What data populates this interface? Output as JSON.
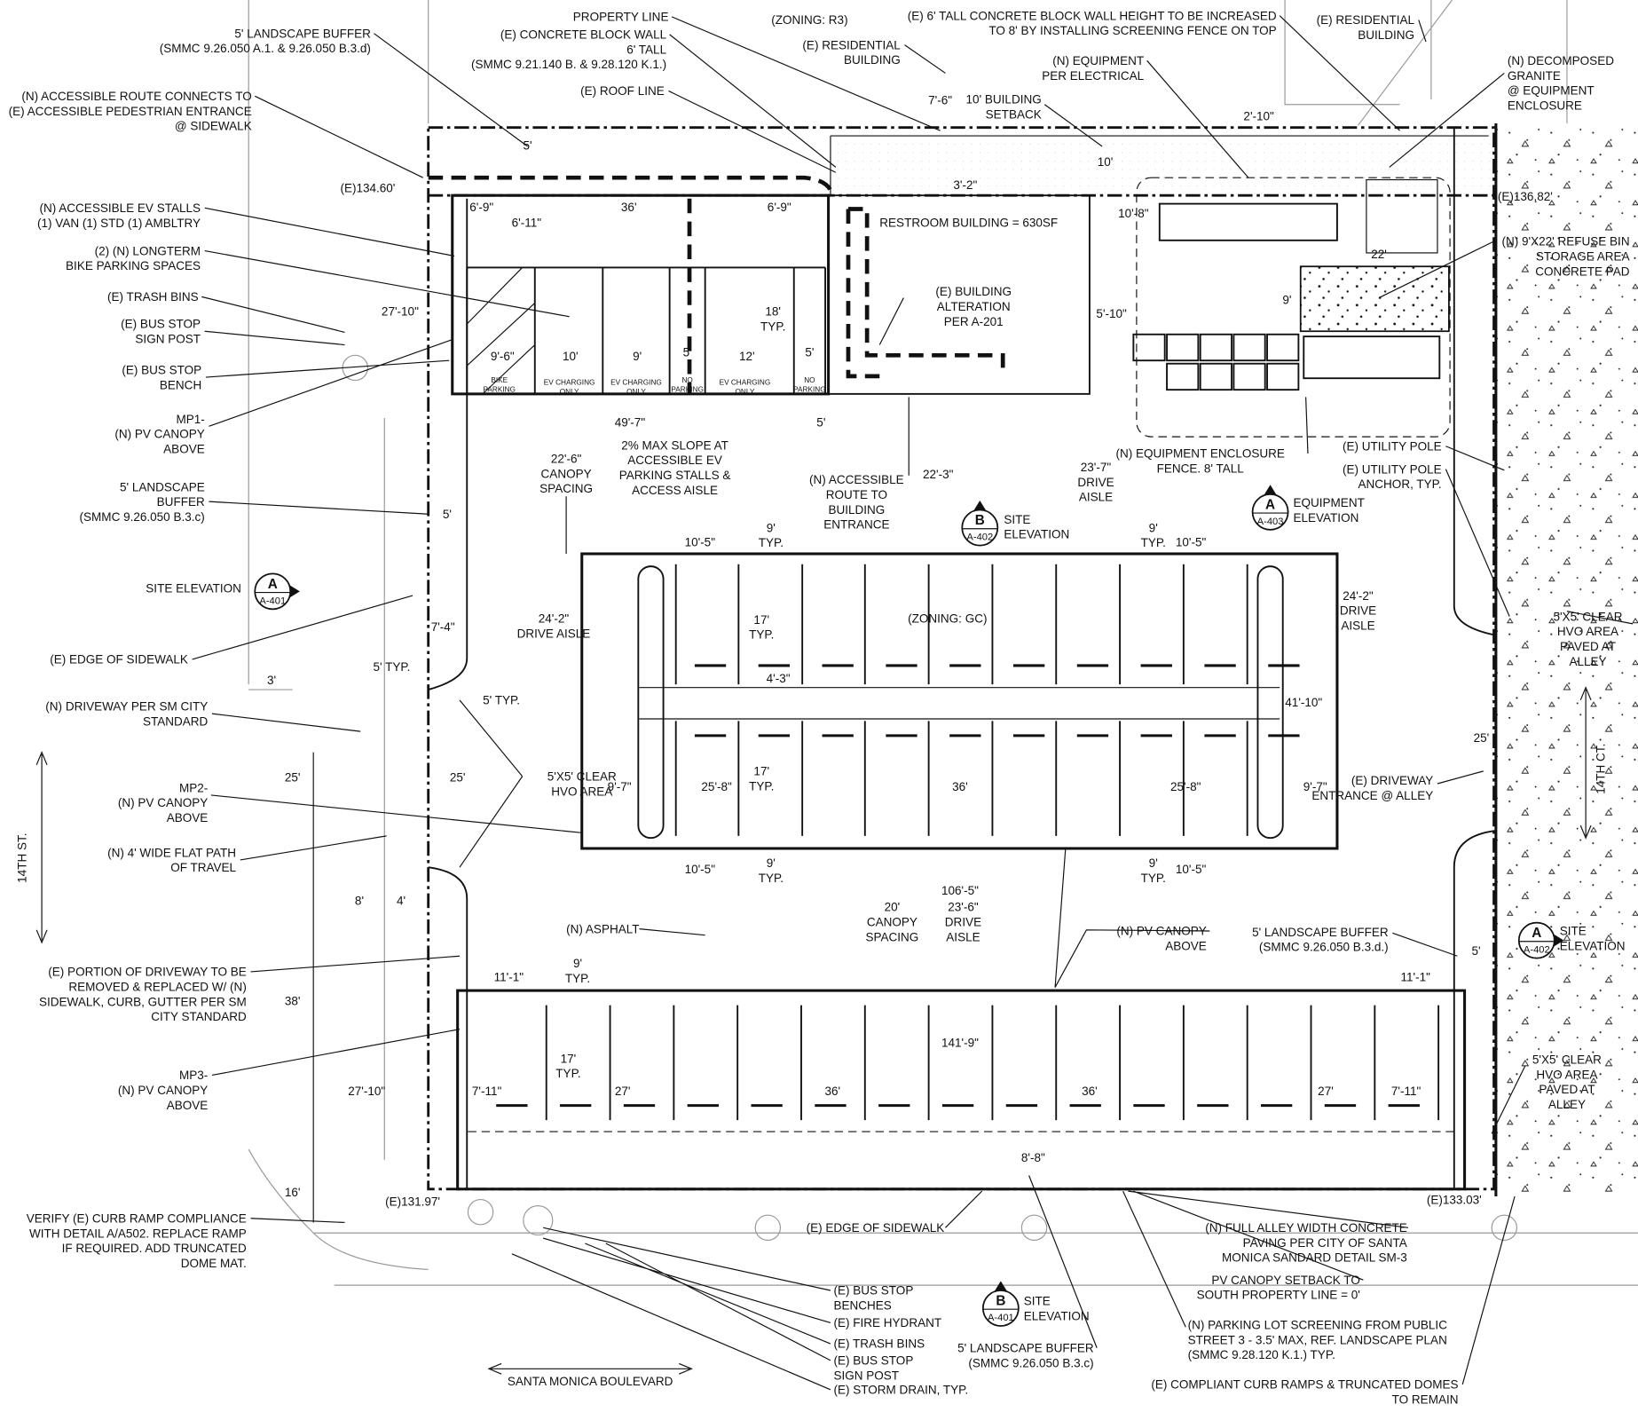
{
  "sheet": {
    "title": "Site Plan"
  },
  "streets": {
    "west": "14TH ST.",
    "east": "14TH CT.",
    "south": "SANTA MONICA BOULEVARD"
  },
  "notes": [
    {
      "lines": [
        "5' LANDSCAPE BUFFER",
        "(SMMC 9.26.050 A.1. & 9.26.050 B.3.d)"
      ]
    },
    {
      "lines": [
        "(N) ACCESSIBLE ROUTE CONNECTS TO",
        "(E) ACCESSIBLE PEDESTRIAN ENTRANCE",
        "@ SIDEWALK"
      ]
    },
    {
      "lines": [
        "(N) ACCESSIBLE EV STALLS",
        "(1) VAN (1) STD (1) AMBLTRY"
      ]
    },
    {
      "lines": [
        "(2) (N) LONGTERM",
        "BIKE PARKING SPACES"
      ]
    },
    {
      "lines": [
        "(E) TRASH BINS"
      ]
    },
    {
      "lines": [
        "(E) BUS STOP",
        "SIGN POST"
      ]
    },
    {
      "lines": [
        "(E) BUS STOP",
        "BENCH"
      ]
    },
    {
      "lines": [
        "MP1-",
        "(N) PV CANOPY",
        "ABOVE"
      ]
    },
    {
      "lines": [
        "5' LANDSCAPE",
        "BUFFER",
        "(SMMC 9.26.050 B.3.c)"
      ]
    },
    {
      "lines": [
        "SITE ELEVATION"
      ]
    },
    {
      "lines": [
        "(E) EDGE OF SIDEWALK"
      ]
    },
    {
      "lines": [
        "(N) DRIVEWAY PER SM CITY",
        "STANDARD"
      ]
    },
    {
      "lines": [
        "MP2-",
        "(N) PV CANOPY",
        "ABOVE"
      ]
    },
    {
      "lines": [
        "(N) 4' WIDE FLAT PATH",
        "OF TRAVEL"
      ]
    },
    {
      "lines": [
        "(E) PORTION OF DRIVEWAY TO BE",
        "REMOVED & REPLACED W/ (N)",
        "SIDEWALK, CURB, GUTTER PER SM",
        "CITY STANDARD"
      ]
    },
    {
      "lines": [
        "MP3-",
        "(N) PV CANOPY",
        "ABOVE"
      ]
    },
    {
      "lines": [
        "VERIFY (E) CURB RAMP COMPLIANCE",
        "WITH DETAIL A/A502. REPLACE RAMP",
        "IF REQUIRED. ADD TRUNCATED",
        "DOME MAT."
      ]
    },
    {
      "lines": [
        "PROPERTY LINE"
      ]
    },
    {
      "lines": [
        "(E) CONCRETE BLOCK WALL",
        "6' TALL",
        "(SMMC 9.21.140 B. & 9.28.120 K.1.)"
      ]
    },
    {
      "lines": [
        "(ZONING: R3)"
      ]
    },
    {
      "lines": [
        "(E) 6' TALL CONCRETE BLOCK WALL HEIGHT TO BE INCREASED",
        "TO 8' BY INSTALLING SCREENING FENCE ON TOP"
      ]
    },
    {
      "lines": [
        "(E) RESIDENTIAL",
        "BUILDING"
      ]
    },
    {
      "lines": [
        "(E) ROOF LINE"
      ]
    },
    {
      "lines": [
        "(E) RESIDENTIAL",
        "BUILDING"
      ]
    },
    {
      "lines": [
        "(N) EQUIPMENT",
        "PER ELECTRICAL"
      ]
    },
    {
      "lines": [
        "(N) DECOMPOSED",
        "GRANITE",
        "@ EQUIPMENT",
        "ENCLOSURE"
      ]
    },
    {
      "lines": [
        "10' BUILDING",
        "SETBACK"
      ]
    },
    {
      "lines": [
        "(N) 9'X22' REFUSE BIN",
        "STORAGE AREA",
        "CONCRETE PAD"
      ]
    },
    {
      "lines": [
        "RESTROOM BUILDING = 630SF"
      ]
    },
    {
      "lines": [
        "(E) BUILDING",
        "ALTERATION",
        "PER A-201"
      ]
    },
    {
      "lines": [
        "2% MAX SLOPE AT",
        "ACCESSIBLE EV",
        "PARKING STALLS &",
        "ACCESS AISLE"
      ]
    },
    {
      "lines": [
        "22'-6\"",
        "CANOPY",
        "SPACING"
      ]
    },
    {
      "lines": [
        "(N) ACCESSIBLE",
        "ROUTE TO",
        "BUILDING",
        "ENTRANCE"
      ]
    },
    {
      "lines": [
        "(N) EQUIPMENT ENCLOSURE",
        "FENCE. 8' TALL"
      ]
    },
    {
      "lines": [
        "23'-7\"",
        "DRIVE",
        "AISLE"
      ]
    },
    {
      "lines": [
        "(E) UTILITY POLE"
      ]
    },
    {
      "lines": [
        "(E) UTILITY POLE",
        "ANCHOR, TYP."
      ]
    },
    {
      "lines": [
        "SITE",
        "ELEVATION"
      ]
    },
    {
      "lines": [
        "EQUIPMENT",
        "ELEVATION"
      ]
    },
    {
      "lines": [
        "(ZONING: GC)"
      ]
    },
    {
      "lines": [
        "24'-2\"",
        "DRIVE AISLE"
      ]
    },
    {
      "lines": [
        "24'-2\"",
        "DRIVE",
        "AISLE"
      ]
    },
    {
      "lines": [
        "5'X5' CLEAR",
        "HVO AREA",
        "PAVED AT",
        "ALLEY"
      ]
    },
    {
      "lines": [
        "(E) DRIVEWAY",
        "ENTRANCE @ ALLEY"
      ]
    },
    {
      "lines": [
        "5'X5' CLEAR",
        "HVO AREA"
      ]
    },
    {
      "lines": [
        "(N) ASPHALT"
      ]
    },
    {
      "lines": [
        "20'",
        "CANOPY",
        "SPACING"
      ]
    },
    {
      "lines": [
        "23'-6\"",
        "DRIVE",
        "AISLE"
      ]
    },
    {
      "lines": [
        "(N) PV CANOPY",
        "ABOVE"
      ]
    },
    {
      "lines": [
        "5' LANDSCAPE BUFFER",
        "(SMMC 9.26.050 B.3.d.)"
      ]
    },
    {
      "lines": [
        "SITE",
        "ELEVATION"
      ]
    },
    {
      "lines": [
        "5'X5' CLEAR",
        "HVO AREA",
        "PAVED AT",
        "ALLEY"
      ]
    },
    {
      "lines": [
        "(E) EDGE OF SIDEWALK"
      ]
    },
    {
      "lines": [
        "(N) FULL ALLEY WIDTH CONCRETE",
        "PAVING PER CITY OF SANTA",
        "MONICA SANDARD DETAIL SM-3"
      ]
    },
    {
      "lines": [
        "PV CANOPY SETBACK TO",
        "SOUTH PROPERTY LINE = 0'"
      ]
    },
    {
      "lines": [
        "(N) PARKING LOT SCREENING FROM PUBLIC",
        "STREET 3 - 3.5' MAX, REF. LANDSCAPE PLAN",
        "(SMMC 9.28.120 K.1.) TYP."
      ]
    },
    {
      "lines": [
        "(E) COMPLIANT CURB RAMPS & TRUNCATED DOMES",
        "TO REMAIN"
      ]
    },
    {
      "lines": [
        "(E) BUS STOP",
        "BENCHES"
      ]
    },
    {
      "lines": [
        "(E) FIRE HYDRANT"
      ]
    },
    {
      "lines": [
        "(E) TRASH BINS"
      ]
    },
    {
      "lines": [
        "(E) BUS STOP",
        "SIGN POST"
      ]
    },
    {
      "lines": [
        "(E) STORM DRAIN, TYP."
      ]
    },
    {
      "lines": [
        "SITE",
        "ELEVATION"
      ]
    },
    {
      "lines": [
        "5' LANDSCAPE BUFFER",
        "(SMMC 9.26.050 B.3.c)"
      ]
    }
  ],
  "spot_elevations": [
    "(E)134.60'",
    "(E)136.82'",
    "(E)131.97'",
    "(E)133.03'"
  ],
  "parking_labels": [
    {
      "lines": [
        "BIKE",
        "PARKING"
      ]
    },
    {
      "lines": [
        "EV CHARGING",
        "ONLY"
      ]
    },
    {
      "lines": [
        "EV CHARGING",
        "ONLY"
      ]
    },
    {
      "lines": [
        "NO",
        "PARKING"
      ]
    },
    {
      "lines": [
        "EV CHARGING",
        "ONLY"
      ]
    },
    {
      "lines": [
        "NO",
        "PARKING"
      ]
    }
  ],
  "dimensions": [
    {
      "lines": [
        "5'"
      ]
    },
    {
      "lines": [
        "10'"
      ]
    },
    {
      "lines": [
        "7'-6\""
      ]
    },
    {
      "lines": [
        "2'-10\""
      ]
    },
    {
      "lines": [
        "3'-2\""
      ]
    },
    {
      "lines": [
        "10'-8\""
      ]
    },
    {
      "lines": [
        "22'"
      ]
    },
    {
      "lines": [
        "9'"
      ]
    },
    {
      "lines": [
        "5'-10\""
      ]
    },
    {
      "lines": [
        "6'-9\""
      ]
    },
    {
      "lines": [
        "36'"
      ]
    },
    {
      "lines": [
        "6'-9\""
      ]
    },
    {
      "lines": [
        "6'-11\""
      ]
    },
    {
      "lines": [
        "27'-10\""
      ]
    },
    {
      "lines": [
        "18'",
        "TYP."
      ]
    },
    {
      "lines": [
        "9'-6\""
      ]
    },
    {
      "lines": [
        "10'"
      ]
    },
    {
      "lines": [
        "9'"
      ]
    },
    {
      "lines": [
        "5'"
      ]
    },
    {
      "lines": [
        "12'"
      ]
    },
    {
      "lines": [
        "5'"
      ]
    },
    {
      "lines": [
        "49'-7\""
      ]
    },
    {
      "lines": [
        "5'"
      ]
    },
    {
      "lines": [
        "22'-3\""
      ]
    },
    {
      "lines": [
        "5'"
      ]
    },
    {
      "lines": [
        "9'",
        "TYP."
      ]
    },
    {
      "lines": [
        "10'-5\""
      ]
    },
    {
      "lines": [
        "9'",
        "TYP."
      ]
    },
    {
      "lines": [
        "10'-5\""
      ]
    },
    {
      "lines": [
        "17'",
        "TYP."
      ]
    },
    {
      "lines": [
        "4'-3\""
      ]
    },
    {
      "lines": [
        "41'-10\""
      ]
    },
    {
      "lines": [
        "9'-7\""
      ]
    },
    {
      "lines": [
        "25'-8\""
      ]
    },
    {
      "lines": [
        "36'"
      ]
    },
    {
      "lines": [
        "25'-8\""
      ]
    },
    {
      "lines": [
        "9'-7\""
      ]
    },
    {
      "lines": [
        "17'",
        "TYP."
      ]
    },
    {
      "lines": [
        "10'-5\""
      ]
    },
    {
      "lines": [
        "9'",
        "TYP."
      ]
    },
    {
      "lines": [
        "9'",
        "TYP."
      ]
    },
    {
      "lines": [
        "10'-5\""
      ]
    },
    {
      "lines": [
        "106'-5\""
      ]
    },
    {
      "lines": [
        "7'-4\""
      ]
    },
    {
      "lines": [
        "5' TYP."
      ]
    },
    {
      "lines": [
        "3'"
      ]
    },
    {
      "lines": [
        "5' TYP."
      ]
    },
    {
      "lines": [
        "25'"
      ]
    },
    {
      "lines": [
        "25'"
      ]
    },
    {
      "lines": [
        "25'"
      ]
    },
    {
      "lines": [
        "8'"
      ]
    },
    {
      "lines": [
        "4'"
      ]
    },
    {
      "lines": [
        "38'"
      ]
    },
    {
      "lines": [
        "11'-1\""
      ]
    },
    {
      "lines": [
        "9'",
        "TYP."
      ]
    },
    {
      "lines": [
        "11'-1\""
      ]
    },
    {
      "lines": [
        "141'-9\""
      ]
    },
    {
      "lines": [
        "17'",
        "TYP."
      ]
    },
    {
      "lines": [
        "27'-10\""
      ]
    },
    {
      "lines": [
        "7'-11\""
      ]
    },
    {
      "lines": [
        "27'"
      ]
    },
    {
      "lines": [
        "36'"
      ]
    },
    {
      "lines": [
        "36'"
      ]
    },
    {
      "lines": [
        "27'"
      ]
    },
    {
      "lines": [
        "7'-11\""
      ]
    },
    {
      "lines": [
        "8'-8\""
      ]
    },
    {
      "lines": [
        "16'"
      ]
    },
    {
      "lines": [
        "5'"
      ]
    }
  ],
  "elevation_markers": [
    {
      "letter": "A",
      "sheet": "A-401"
    },
    {
      "letter": "B",
      "sheet": "A-402"
    },
    {
      "letter": "A",
      "sheet": "A-403"
    },
    {
      "letter": "A",
      "sheet": "A-402"
    },
    {
      "letter": "B",
      "sheet": "A-401"
    }
  ]
}
